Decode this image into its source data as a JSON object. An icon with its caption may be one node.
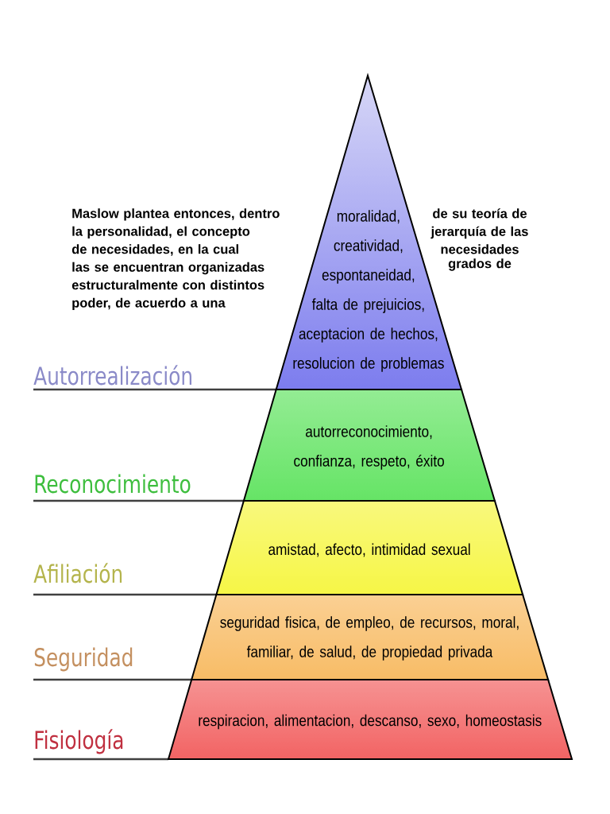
{
  "diagram": {
    "nodes": [
      {
        "text": [
          "moralidad, creatividad, espontaneidad, falta de prejuicios, aceptacion de hechos, resolucion de problemas"
        ]
      },
      {
        "text": [
          "autorreconocimiento, confianza, respeto, éxito"
        ]
      },
      {
        "text": [
          "amistad, afecto, intimidad sexual"
        ]
      },
      {
        "text": [
          "seguridad fisica, de empleo, de recursos, moral, familiar, de salud, de propiedad privada"
        ]
      },
      {
        "text": [
          "respiracion, alimentacion, descanso, sexo, homeostasis"
        ]
      }
    ],
    "labels": [
      "Maslow plantea entonces, dentro la personalidad, el concepto de necesidades, en la cual las se encuentran organizadas estructuralmente con distintos poder, de acuerdo a una",
      "de su teoría de jerarquía de las necesidades",
      "grados de",
      "Autorrealización",
      "Reconocimiento",
      "Afiliación",
      "Seguridad",
      "Fisiología"
    ]
  }
}
